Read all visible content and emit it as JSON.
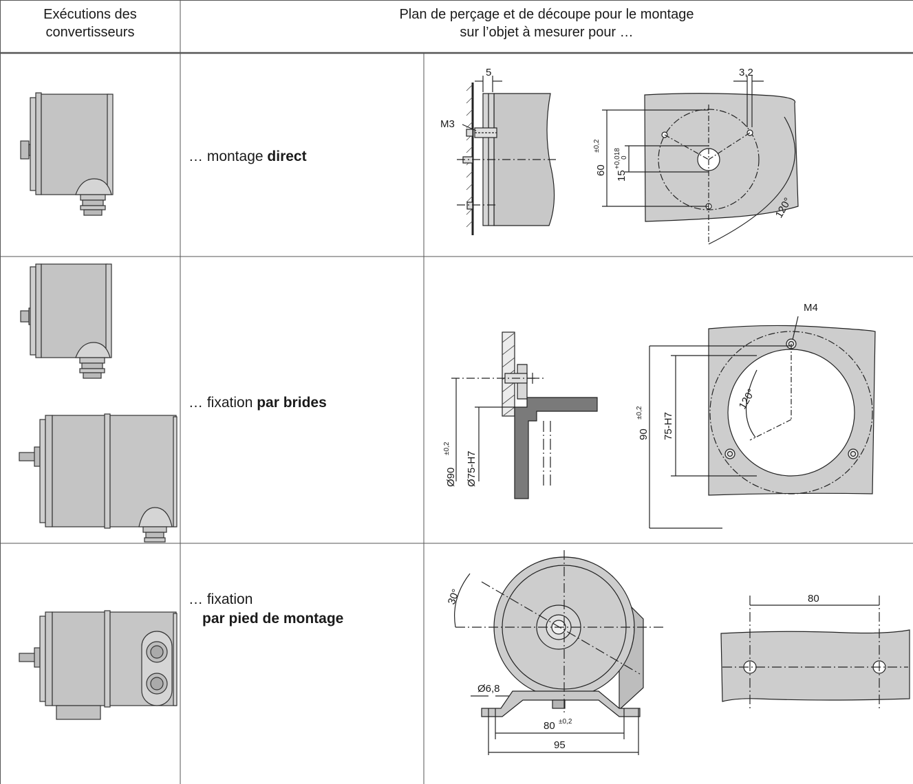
{
  "header": {
    "col1_line1": "Exécutions des",
    "col1_line2": "convertisseurs",
    "col2_line1": "Plan de perçage et de découpe pour le montage",
    "col2_line2": "sur l’objet à mesurer pour …"
  },
  "rows": [
    {
      "prefix": "… montage ",
      "bold": "direct",
      "dims": {
        "d1": "5",
        "d2": "M3",
        "d3": "3,2",
        "d4": "60",
        "d4_tol": "±0,2",
        "d5": "15",
        "d5_tol_up": "+0,018",
        "d5_tol_low": "0",
        "d6": "120°"
      }
    },
    {
      "prefix": "…  fixation ",
      "bold": "par brides",
      "dims": {
        "d1": "Ø90",
        "d1_tol": "±0,2",
        "d2": "Ø75-H7",
        "d3": "M4",
        "d4": "90",
        "d4_tol": "±0,2",
        "d5": "75-H7",
        "d6": "120°"
      }
    },
    {
      "prefix": "…  fixation",
      "bold": "par pied de montage",
      "dims": {
        "d1": "30°",
        "d2": "Ø6,8",
        "d3": "80",
        "d3_tol": "±0,2",
        "d4": "95",
        "d5": "80"
      }
    }
  ]
}
